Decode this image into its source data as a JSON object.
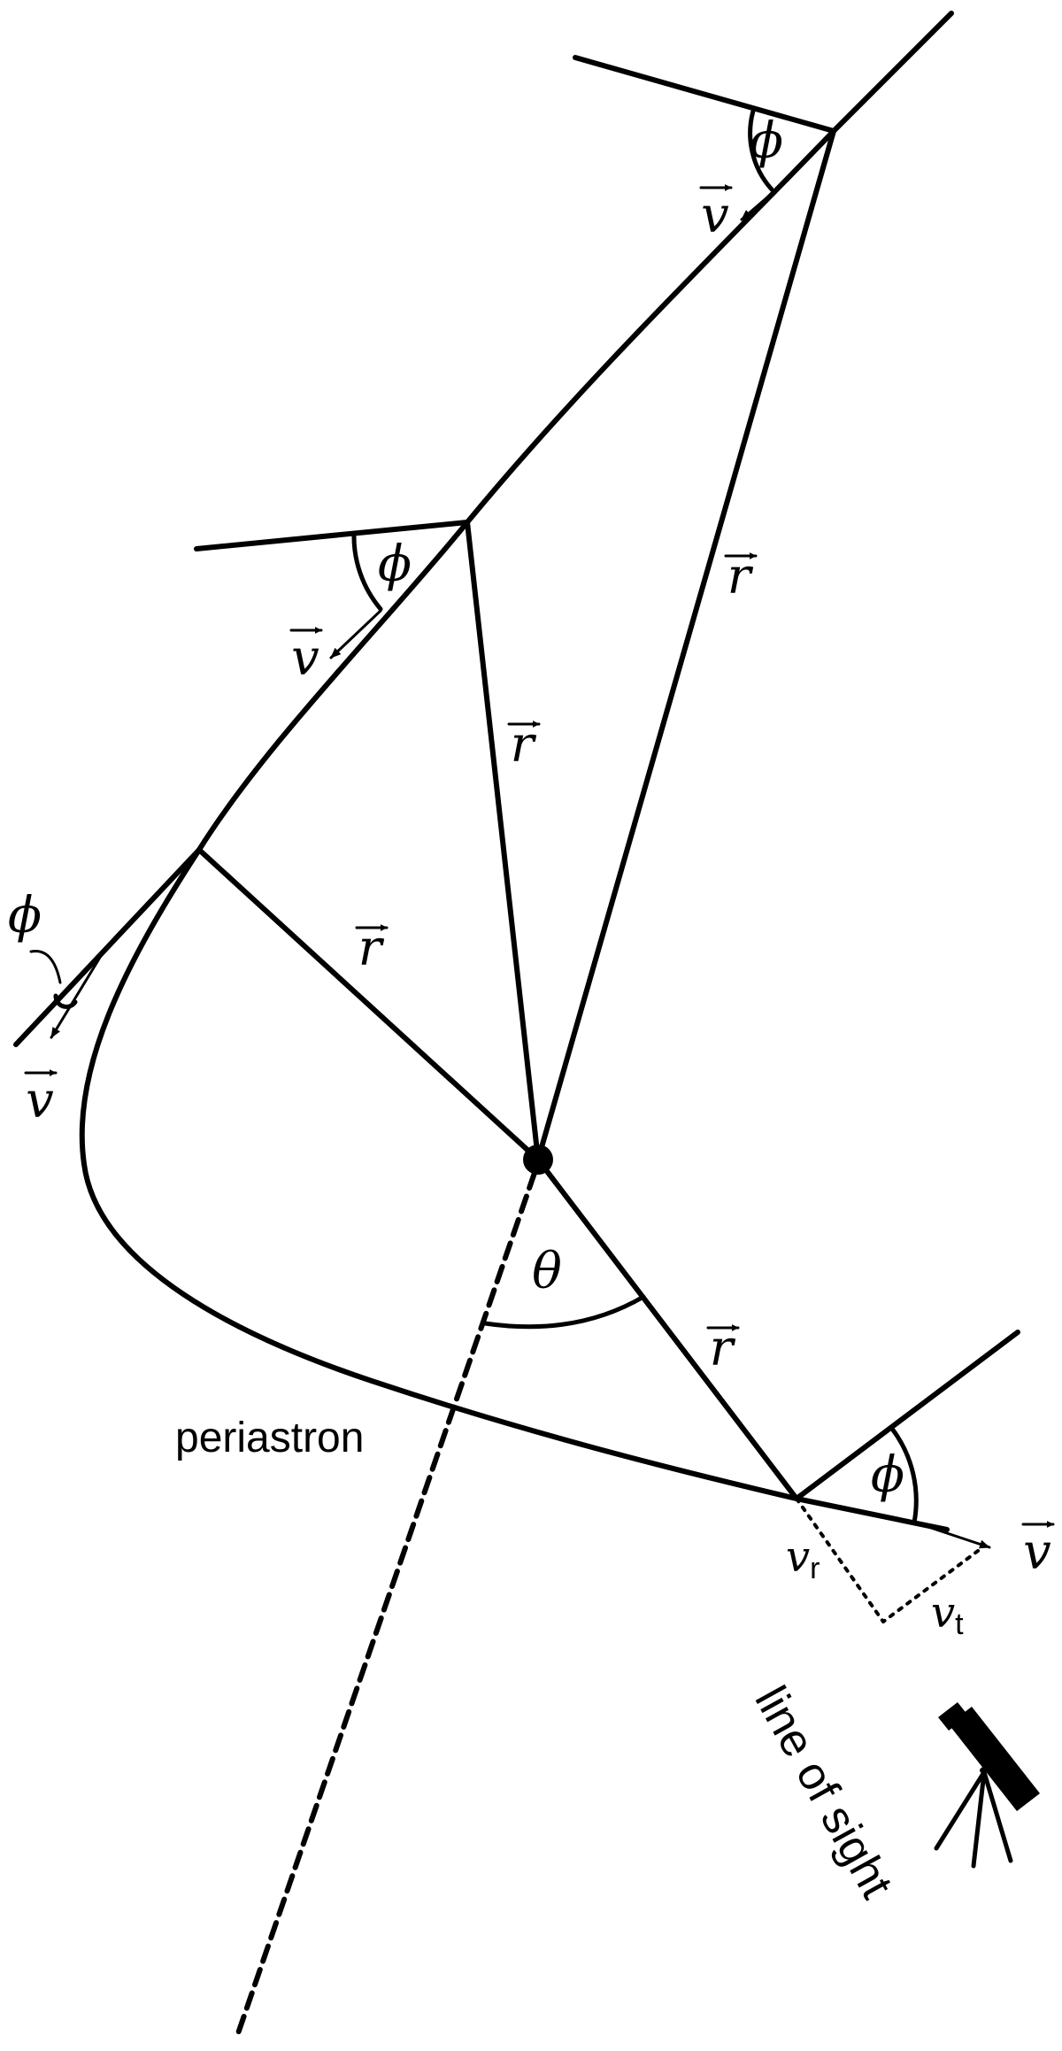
{
  "labels": {
    "phi": "ϕ",
    "theta": "θ",
    "v": "v",
    "r": "r",
    "v_r_main": "v",
    "v_r_sub": "r",
    "v_t_main": "v",
    "v_t_sub": "t",
    "periastron": "periastron",
    "line_of_sight": "line of sight"
  },
  "icons": {
    "telescope": "telescope-icon"
  },
  "colors": {
    "ink": "#000000",
    "background": "#ffffff"
  }
}
